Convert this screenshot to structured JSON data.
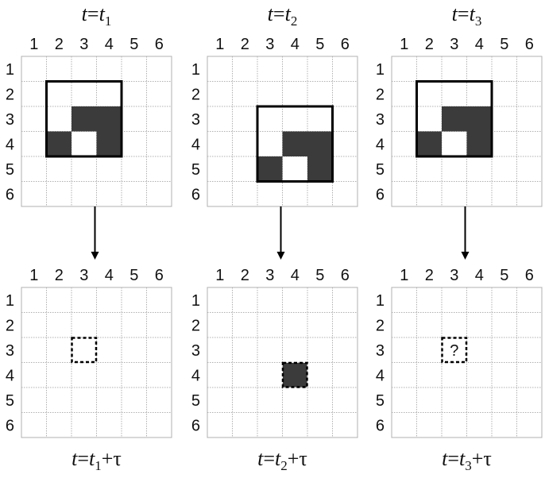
{
  "grid": {
    "rows": 6,
    "cols": 6,
    "col_labels": [
      "1",
      "2",
      "3",
      "4",
      "5",
      "6"
    ],
    "row_labels": [
      "1",
      "2",
      "3",
      "4",
      "5",
      "6"
    ]
  },
  "colors": {
    "grid_line": "#b0b0b0",
    "filled_cell": "#3b3b3b",
    "outline": "#000000",
    "background": "#ffffff"
  },
  "top_panels": [
    {
      "label_t": "t",
      "label_eq": "=",
      "label_var": "t",
      "label_sub": "1",
      "window": {
        "row": 2,
        "col": 2,
        "size": 3
      },
      "filled": [
        [
          3,
          3
        ],
        [
          3,
          4
        ],
        [
          4,
          2
        ],
        [
          4,
          4
        ]
      ]
    },
    {
      "label_t": "t",
      "label_eq": "=",
      "label_var": "t",
      "label_sub": "2",
      "window": {
        "row": 3,
        "col": 3,
        "size": 3
      },
      "filled": [
        [
          4,
          4
        ],
        [
          4,
          5
        ],
        [
          5,
          3
        ],
        [
          5,
          5
        ]
      ]
    },
    {
      "label_t": "t",
      "label_eq": "=",
      "label_var": "t",
      "label_sub": "3",
      "window": {
        "row": 2,
        "col": 2,
        "size": 3
      },
      "filled": [
        [
          3,
          3
        ],
        [
          3,
          4
        ],
        [
          4,
          2
        ],
        [
          4,
          4
        ]
      ]
    }
  ],
  "bottom_panels": [
    {
      "label_t": "t",
      "label_eq": "=",
      "label_var": "t",
      "label_sub": "1",
      "label_plus": "+",
      "label_tau": "τ",
      "target": {
        "row": 3,
        "col": 3
      },
      "target_state": "empty",
      "target_text": ""
    },
    {
      "label_t": "t",
      "label_eq": "=",
      "label_var": "t",
      "label_sub": "2",
      "label_plus": "+",
      "label_tau": "τ",
      "target": {
        "row": 4,
        "col": 4
      },
      "target_state": "filled",
      "target_text": ""
    },
    {
      "label_t": "t",
      "label_eq": "=",
      "label_var": "t",
      "label_sub": "3",
      "label_plus": "+",
      "label_tau": "τ",
      "target": {
        "row": 3,
        "col": 3
      },
      "target_state": "unknown",
      "target_text": "?"
    }
  ]
}
